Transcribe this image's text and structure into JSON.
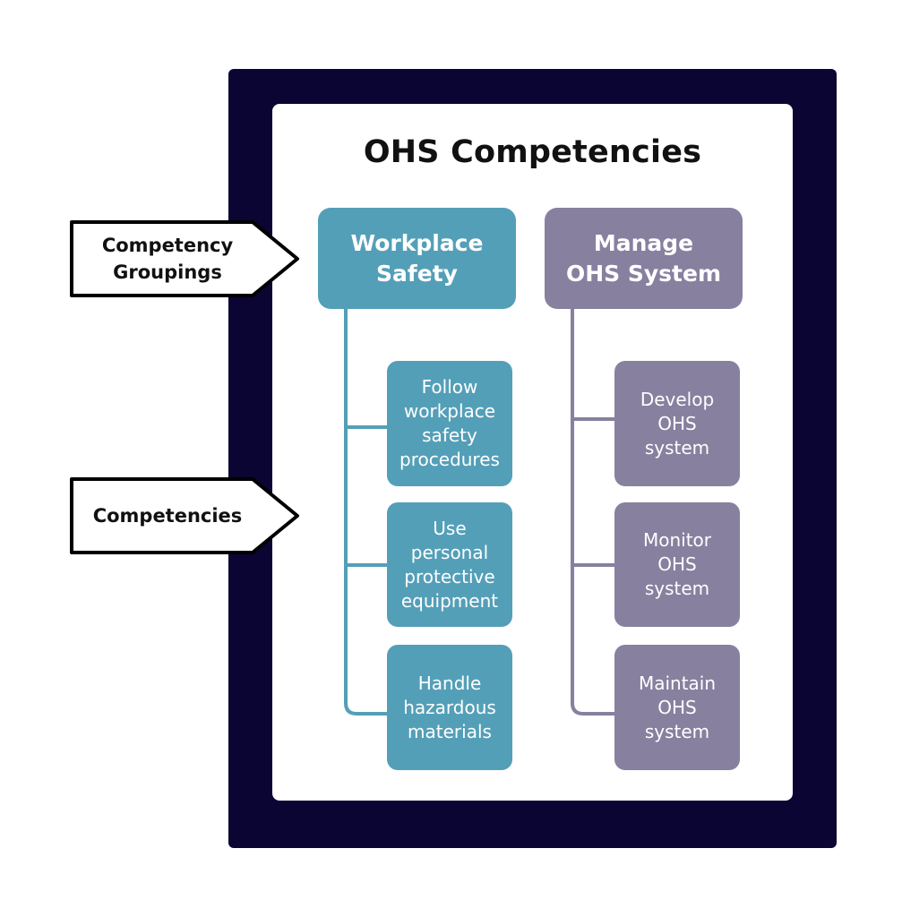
{
  "title": "OHS Competencies",
  "callouts": [
    {
      "label": "Competency\nGroupings"
    },
    {
      "label": "Competencies"
    }
  ],
  "groups": [
    {
      "label": "Workplace\nSafety",
      "color": "#549fb8",
      "items": [
        {
          "label": "Follow\nworkplace\nsafety\nprocedures"
        },
        {
          "label": "Use\npersonal\nprotective\nequipment"
        },
        {
          "label": "Handle\nhazardous\nmaterials"
        }
      ]
    },
    {
      "label": "Manage\nOHS System",
      "color": "#87809f",
      "items": [
        {
          "label": "Develop\nOHS\nsystem"
        },
        {
          "label": "Monitor\nOHS\nsystem"
        },
        {
          "label": "Maintain\nOHS\nsystem"
        }
      ]
    }
  ],
  "colors": {
    "frame": "#0a0532",
    "teal": "#549fb8",
    "purple": "#87809f"
  }
}
